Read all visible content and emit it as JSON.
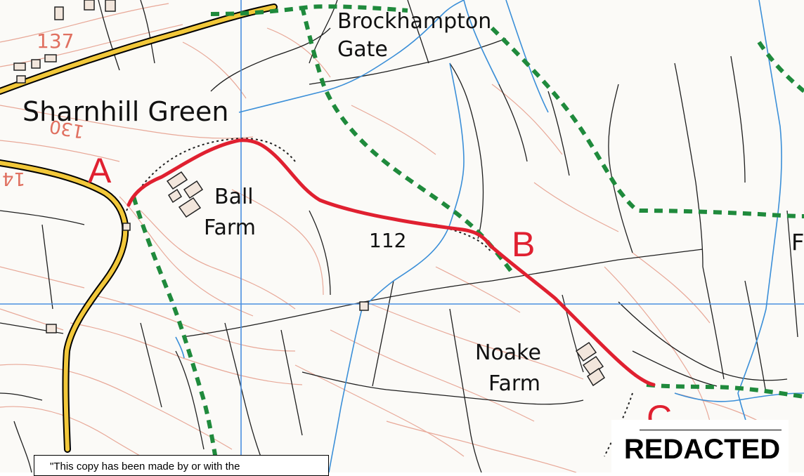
{
  "map": {
    "places": {
      "sharnhill_green": "Sharnhill Green",
      "brockhampton_gate_line1": "Brockhampton",
      "brockhampton_gate_line2": "Gate",
      "ball_farm_line1": "Ball",
      "ball_farm_line2": "Farm",
      "noake_farm_line1": "Noake",
      "noake_farm_line2": "Farm",
      "partial_f": "F"
    },
    "spot_heights": {
      "h112": "112",
      "h137": "137",
      "h130": "130",
      "h14": "14"
    },
    "route": {
      "point_a": "A",
      "point_b": "B",
      "point_c": "C",
      "color": "#e02030"
    },
    "colors": {
      "road": "#f2c83a",
      "footpath": "#1f8a3c",
      "water": "#3b8fd8",
      "contour": "#e8a898",
      "grid": "#4a8fe0"
    }
  },
  "notice": {
    "text": "\"This copy has been made by or with the"
  },
  "redaction": {
    "label": "REDACTED"
  }
}
